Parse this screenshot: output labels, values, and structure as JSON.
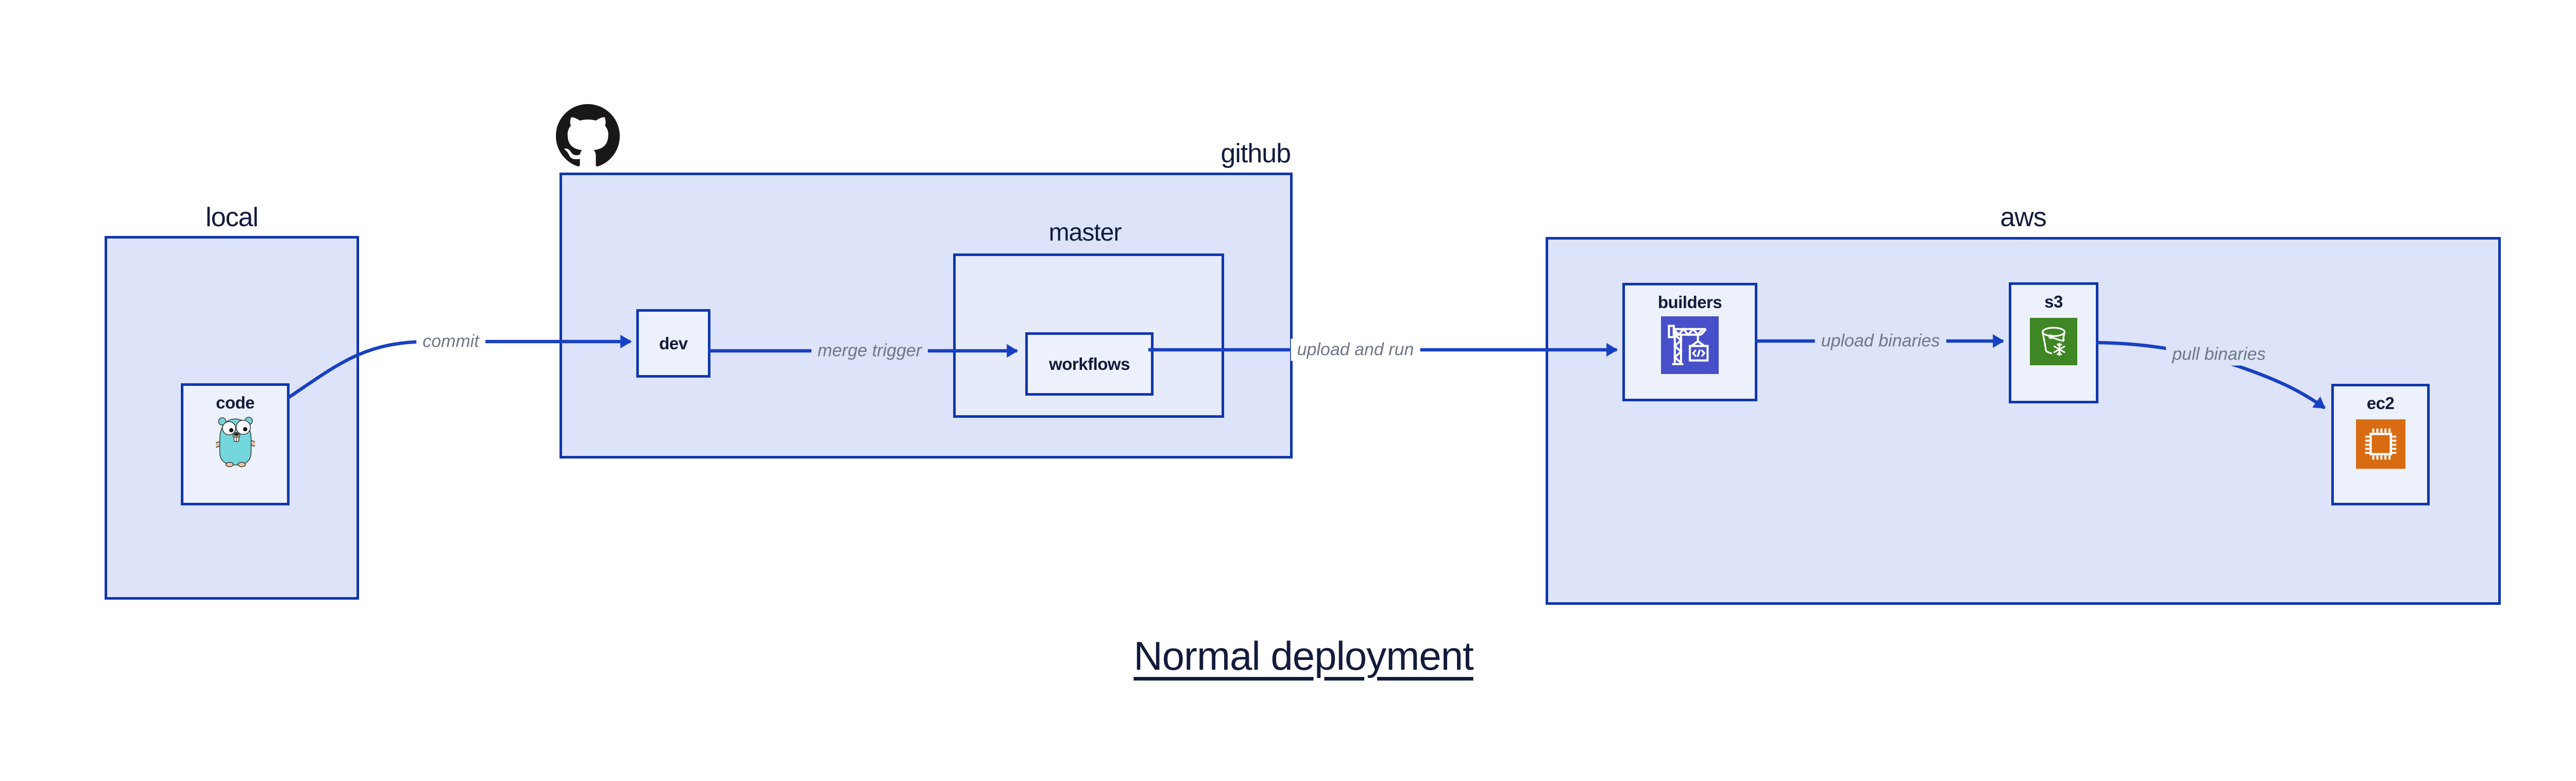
{
  "title": {
    "text": "Normal deployment"
  },
  "groups": {
    "local": {
      "label": "local"
    },
    "github": {
      "label": "github"
    },
    "master": {
      "label": "master"
    },
    "aws": {
      "label": "aws"
    }
  },
  "nodes": {
    "code": {
      "label": "code",
      "icon": "go-gopher-icon"
    },
    "dev": {
      "label": "dev"
    },
    "workflows": {
      "label": "workflows"
    },
    "builders": {
      "label": "builders",
      "icon": "codebuild-crane-icon"
    },
    "s3": {
      "label": "s3",
      "icon": "s3-bucket-snowflake-icon"
    },
    "ec2": {
      "label": "ec2",
      "icon": "ec2-chip-icon"
    }
  },
  "edges": {
    "commit": {
      "label": "commit"
    },
    "merge_trigger": {
      "label": "merge trigger"
    },
    "upload_and_run": {
      "label": "upload and run"
    },
    "upload_binaries": {
      "label": "upload binaries"
    },
    "pull_binaries": {
      "label": "pull binaries"
    }
  },
  "logos": {
    "github_logo": "github-octocat"
  },
  "colors": {
    "canvas": "#ffffff",
    "group_fill": "#dde3f8",
    "mid_fill": "#e6ebfa",
    "leaf_fill": "#edf1fc",
    "border": "#0f36ac",
    "arrow": "#1840c2",
    "heading_text": "#131b3c",
    "edge_label_text": "#6f7787",
    "builders_icon_bg": "#4750c8",
    "s3_icon_bg": "#3f8624",
    "ec2_icon_bg": "#d96c12",
    "github_logo_color": "#191717"
  }
}
